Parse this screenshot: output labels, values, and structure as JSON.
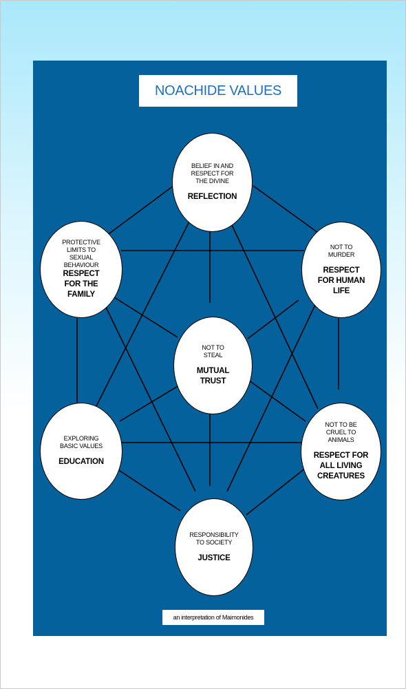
{
  "title": "NOACHIDE VALUES",
  "footer": "an interpretation of Maimonides",
  "nodes": {
    "reflection": {
      "line1": "BELIEF IN AND",
      "line2": "RESPECT FOR",
      "line3": "THE DIVINE",
      "value": "REFLECTION"
    },
    "family": {
      "line1": "PROTECTIVE",
      "line2": "LIMITS TO",
      "line3": "SEXUAL",
      "line4": "BEHAVIOUR",
      "value1": "RESPECT",
      "value2": "FOR  THE",
      "value3": "FAMILY"
    },
    "human_life": {
      "line1": "NOT TO",
      "line2": "MURDER",
      "value1": "RESPECT",
      "value2": "FOR HUMAN",
      "value3": "LIFE"
    },
    "trust": {
      "line1": "NOT TO",
      "line2": "STEAL",
      "value1": "MUTUAL",
      "value2": "TRUST"
    },
    "education": {
      "line1": "EXPLORING",
      "line2": "BASIC VALUES",
      "value": "EDUCATION"
    },
    "creatures": {
      "line1": "NOT TO BE",
      "line2": "CRUEL TO",
      "line3": "ANIMALS",
      "value1": "RESPECT FOR",
      "value2": "ALL LIVING",
      "value3": "CREATURES"
    },
    "justice": {
      "line1": "RESPONSIBILITY",
      "line2": "TO SOCIETY",
      "value": "JUSTICE"
    }
  }
}
